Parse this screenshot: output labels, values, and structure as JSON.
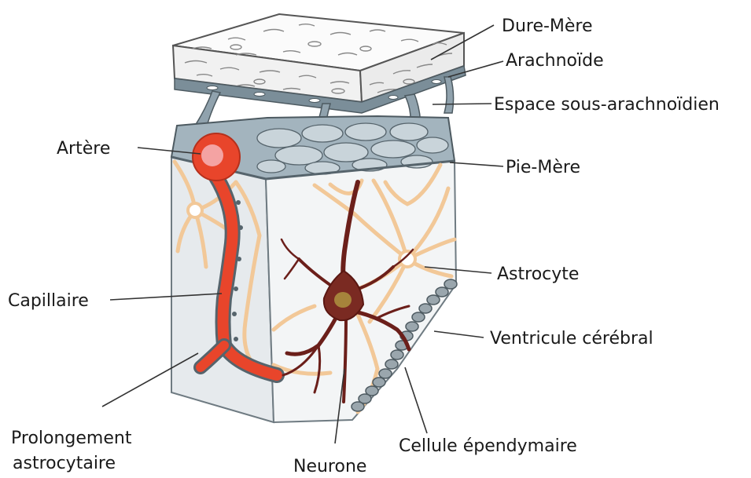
{
  "labels": {
    "dure_mere": "Dure-Mère",
    "arachnoide": "Arachnoïde",
    "espace_sous_arachnoidien": "Espace sous-arachnoïdien",
    "pie_mere": "Pie-Mère",
    "artere": "Artère",
    "astrocyte": "Astrocyte",
    "capillaire": "Capillaire",
    "ventricule_cerebral": "Ventricule cérébral",
    "prolongement_line1": "Prolongement",
    "prolongement_line2": "astrocytaire",
    "cellule_ependymaire": "Cellule épendymaire",
    "neurone": "Neurone"
  },
  "colors": {
    "artery": "#e8452b",
    "artery_lumen": "#f4a3a3",
    "astrocyte": "#f2c898",
    "neuron": "#6b1f1a",
    "meninges": "#7b8e99",
    "tissue": "#eef1f3",
    "ependymal": "#9aa6ad"
  }
}
